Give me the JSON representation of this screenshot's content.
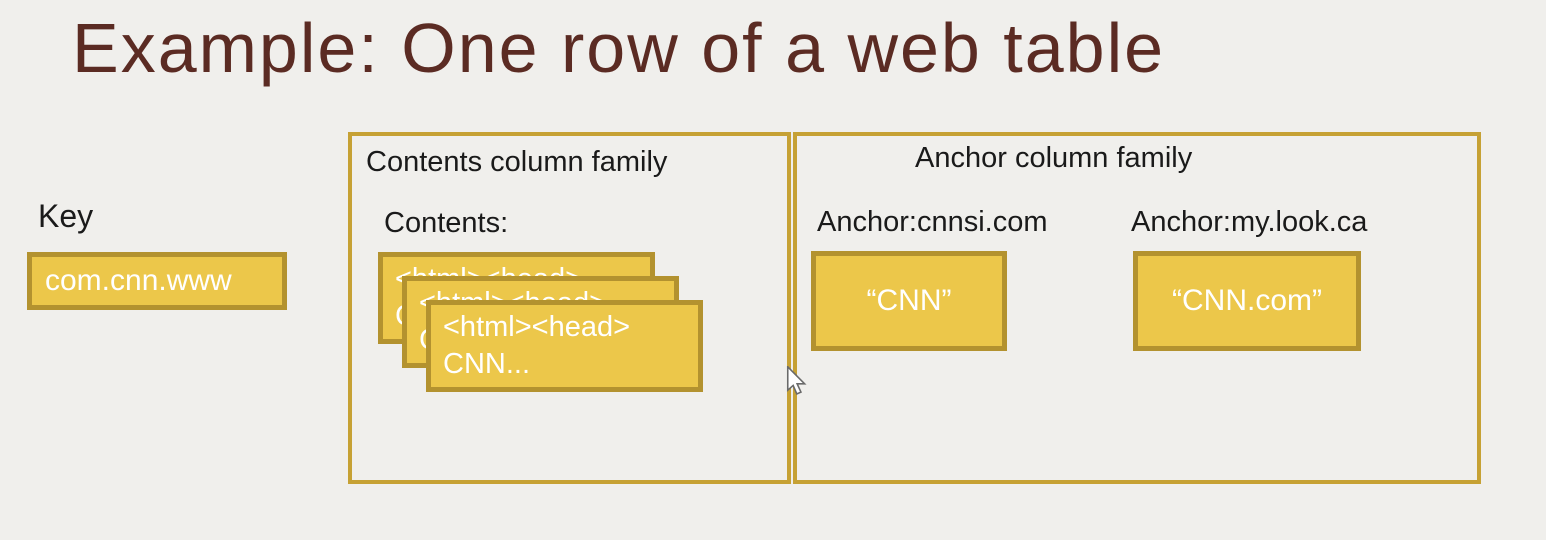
{
  "colors": {
    "background": "#f0efec",
    "title": "#5b2b23",
    "text": "#1a1a1a",
    "box-fill": "#ecc74a",
    "box-border": "#b3922f",
    "frame-border": "#c6a134",
    "box-text": "#ffffff"
  },
  "title": "Example: One row of a web table",
  "key": {
    "label": "Key",
    "value": "com.cnn.www"
  },
  "contents_family": {
    "title": "Contents column family",
    "column_label": "Contents:",
    "versions": [
      {
        "line1": "<html><head>",
        "line2": "CNN..."
      },
      {
        "line1": "<html><head>",
        "line2": "CNN..."
      },
      {
        "line1": "<html><head>",
        "line2": "CNN..."
      }
    ]
  },
  "anchor_family": {
    "title": "Anchor column family",
    "columns": [
      {
        "label": "Anchor:cnnsi.com",
        "value": "“CNN”"
      },
      {
        "label": "Anchor:my.look.ca",
        "value": "“CNN.com”"
      }
    ]
  }
}
